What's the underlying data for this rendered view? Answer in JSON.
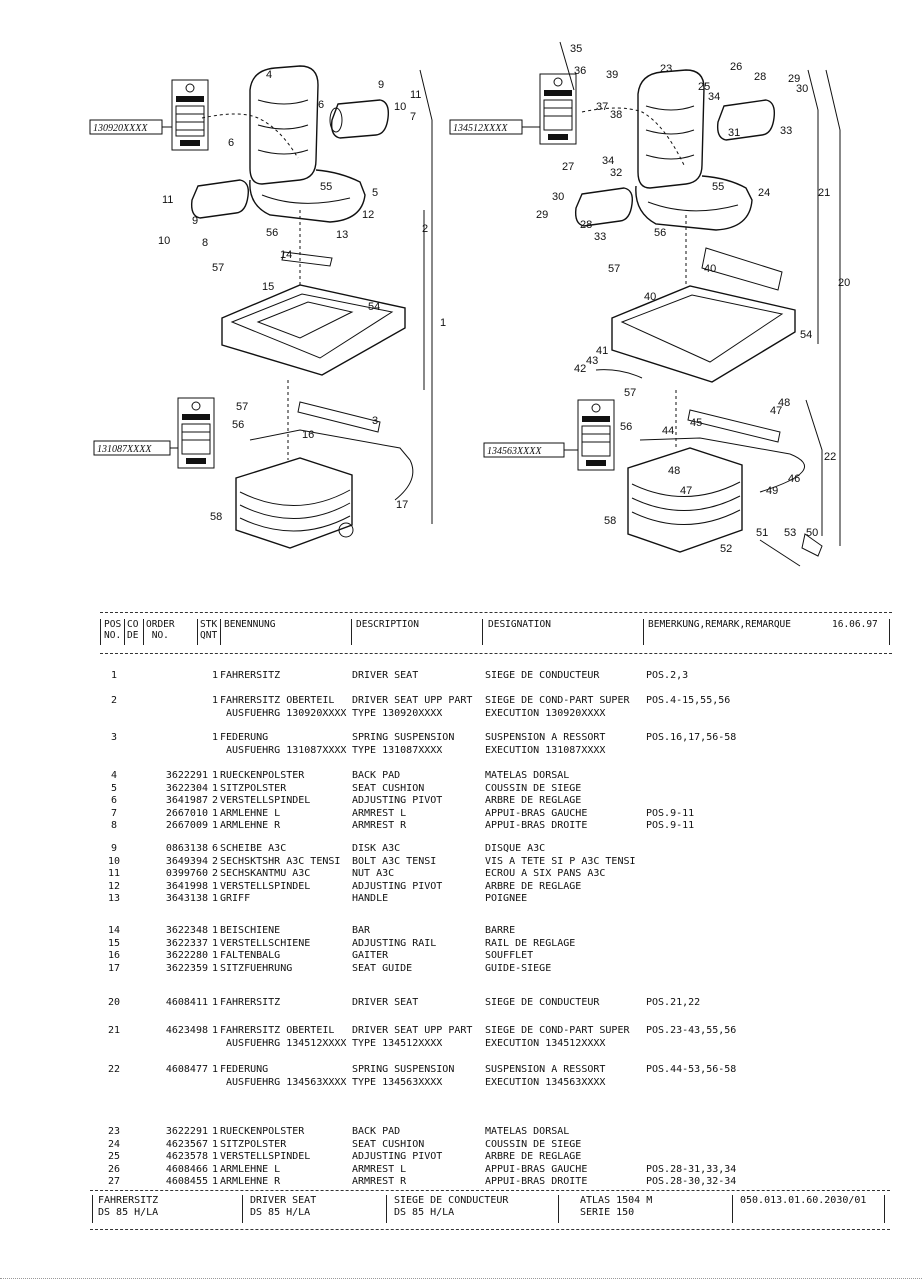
{
  "diagram": {
    "left_callouts": [
      "1",
      "2",
      "3",
      "4",
      "5",
      "6",
      "6",
      "7",
      "8",
      "9",
      "9",
      "10",
      "10",
      "11",
      "11",
      "12",
      "13",
      "14",
      "15",
      "16",
      "17",
      "54",
      "55",
      "56",
      "56",
      "57",
      "57",
      "58"
    ],
    "right_callouts": [
      "20",
      "21",
      "22",
      "23",
      "24",
      "25",
      "26",
      "27",
      "28",
      "28",
      "29",
      "29",
      "30",
      "30",
      "31",
      "32",
      "33",
      "33",
      "34",
      "34",
      "35",
      "36",
      "37",
      "38",
      "39",
      "40",
      "40",
      "41",
      "42",
      "43",
      "44",
      "45",
      "46",
      "47",
      "47",
      "48",
      "48",
      "49",
      "50",
      "51",
      "52",
      "53",
      "54",
      "55",
      "56",
      "56",
      "57",
      "57",
      "58"
    ],
    "ref_boxes": {
      "r1": "130920XXXX",
      "r2": "131087XXXX",
      "r3": "134512XXXX",
      "r4": "134563XXXX"
    }
  },
  "header": {
    "pos": "POS\nNO.",
    "co": "CO\nDE",
    "order": "ORDER\n NO.",
    "stk": "STK\nQNT",
    "benennung": "BENENNUNG",
    "description": "DESCRIPTION",
    "designation": "DESIGNATION",
    "remark": "BEMERKUNG,REMARK,REMARQUE",
    "date": "16.06.97"
  },
  "groups": [
    {
      "rows": [
        {
          "pos": "1",
          "order": "",
          "qty": "1",
          "ben": "FAHRERSITZ",
          "desc": "DRIVER SEAT",
          "desig": "SIEGE DE CONDUCTEUR",
          "rem": "POS.2,3"
        }
      ]
    },
    {
      "rows": [
        {
          "pos": "2",
          "order": "",
          "qty": "1",
          "ben": "FAHRERSITZ OBERTEIL",
          "desc": "DRIVER SEAT UPP PART",
          "desig": "SIEGE DE COND-PART SUPER",
          "rem": "POS.4-15,55,56"
        },
        {
          "pos": "",
          "order": "",
          "qty": "",
          "ben": " AUSFUEHRG 130920XXXX",
          "desc": "TYPE 130920XXXX",
          "desig": "EXECUTION 130920XXXX",
          "rem": ""
        }
      ]
    },
    {
      "rows": [
        {
          "pos": "3",
          "order": "",
          "qty": "1",
          "ben": "FEDERUNG",
          "desc": "SPRING SUSPENSION",
          "desig": "SUSPENSION A RESSORT",
          "rem": "POS.16,17,56-58"
        },
        {
          "pos": "",
          "order": "",
          "qty": "",
          "ben": " AUSFUEHRG 131087XXXX",
          "desc": "TYPE 131087XXXX",
          "desig": "EXECUTION 131087XXXX",
          "rem": ""
        }
      ]
    },
    {
      "rows": [
        {
          "pos": "4",
          "order": "3622291",
          "qty": "1",
          "ben": "RUECKENPOLSTER",
          "desc": "BACK PAD",
          "desig": "MATELAS DORSAL",
          "rem": ""
        },
        {
          "pos": "5",
          "order": "3622304",
          "qty": "1",
          "ben": "SITZPOLSTER",
          "desc": "SEAT CUSHION",
          "desig": "COUSSIN DE SIEGE",
          "rem": ""
        },
        {
          "pos": "6",
          "order": "3641987",
          "qty": "2",
          "ben": "VERSTELLSPINDEL",
          "desc": "ADJUSTING PIVOT",
          "desig": "ARBRE DE REGLAGE",
          "rem": ""
        },
        {
          "pos": "7",
          "order": "2667010",
          "qty": "1",
          "ben": "ARMLEHNE L",
          "desc": "ARMREST L",
          "desig": "APPUI-BRAS GAUCHE",
          "rem": "POS.9-11"
        },
        {
          "pos": "8",
          "order": "2667009",
          "qty": "1",
          "ben": "ARMLEHNE R",
          "desc": "ARMREST R",
          "desig": "APPUI-BRAS DROITE",
          "rem": "POS.9-11"
        }
      ]
    },
    {
      "rows": [
        {
          "pos": "9",
          "order": "0863138",
          "qty": "6",
          "ben": "SCHEIBE A3C",
          "desc": "DISK A3C",
          "desig": "DISQUE A3C",
          "rem": ""
        },
        {
          "pos": "10",
          "order": "3649394",
          "qty": "2",
          "ben": "SECHSKTSHR A3C TENSI",
          "desc": "BOLT A3C TENSI",
          "desig": "VIS A TETE SI P A3C TENSI",
          "rem": ""
        },
        {
          "pos": "11",
          "order": "0399760",
          "qty": "2",
          "ben": "SECHSKANTMU A3C",
          "desc": "NUT A3C",
          "desig": "ECROU A SIX PANS A3C",
          "rem": ""
        },
        {
          "pos": "12",
          "order": "3641998",
          "qty": "1",
          "ben": "VERSTELLSPINDEL",
          "desc": "ADJUSTING PIVOT",
          "desig": "ARBRE DE REGLAGE",
          "rem": ""
        },
        {
          "pos": "13",
          "order": "3643138",
          "qty": "1",
          "ben": "GRIFF",
          "desc": "HANDLE",
          "desig": "POIGNEE",
          "rem": ""
        }
      ]
    },
    {
      "rows": [
        {
          "pos": "14",
          "order": "3622348",
          "qty": "1",
          "ben": "BEISCHIENE",
          "desc": "BAR",
          "desig": "BARRE",
          "rem": ""
        },
        {
          "pos": "15",
          "order": "3622337",
          "qty": "1",
          "ben": "VERSTELLSCHIENE",
          "desc": "ADJUSTING RAIL",
          "desig": "RAIL DE REGLAGE",
          "rem": ""
        },
        {
          "pos": "16",
          "order": "3622280",
          "qty": "1",
          "ben": "FALTENBALG",
          "desc": "GAITER",
          "desig": "SOUFFLET",
          "rem": ""
        },
        {
          "pos": "17",
          "order": "3622359",
          "qty": "1",
          "ben": "SITZFUEHRUNG",
          "desc": "SEAT GUIDE",
          "desig": "GUIDE-SIEGE",
          "rem": ""
        }
      ]
    },
    {
      "rows": [
        {
          "pos": "20",
          "order": "4608411",
          "qty": "1",
          "ben": "FAHRERSITZ",
          "desc": "DRIVER SEAT",
          "desig": "SIEGE DE CONDUCTEUR",
          "rem": "POS.21,22"
        }
      ]
    },
    {
      "rows": [
        {
          "pos": "21",
          "order": "4623498",
          "qty": "1",
          "ben": "FAHRERSITZ OBERTEIL",
          "desc": "DRIVER SEAT UPP PART",
          "desig": "SIEGE DE COND-PART SUPER",
          "rem": "POS.23-43,55,56"
        },
        {
          "pos": "",
          "order": "",
          "qty": "",
          "ben": " AUSFUEHRG 134512XXXX",
          "desc": "TYPE 134512XXXX",
          "desig": "EXECUTION 134512XXXX",
          "rem": ""
        }
      ]
    },
    {
      "rows": [
        {
          "pos": "22",
          "order": "4608477",
          "qty": "1",
          "ben": "FEDERUNG",
          "desc": "SPRING SUSPENSION",
          "desig": "SUSPENSION A RESSORT",
          "rem": "POS.44-53,56-58"
        },
        {
          "pos": "",
          "order": "",
          "qty": "",
          "ben": " AUSFUEHRG 134563XXXX",
          "desc": "TYPE 134563XXXX",
          "desig": "EXECUTION 134563XXXX",
          "rem": ""
        }
      ]
    },
    {
      "rows": [
        {
          "pos": "23",
          "order": "3622291",
          "qty": "1",
          "ben": "RUECKENPOLSTER",
          "desc": "BACK PAD",
          "desig": "MATELAS DORSAL",
          "rem": ""
        },
        {
          "pos": "24",
          "order": "4623567",
          "qty": "1",
          "ben": "SITZPOLSTER",
          "desc": "SEAT CUSHION",
          "desig": "COUSSIN DE SIEGE",
          "rem": ""
        },
        {
          "pos": "25",
          "order": "4623578",
          "qty": "1",
          "ben": "VERSTELLSPINDEL",
          "desc": "ADJUSTING PIVOT",
          "desig": "ARBRE DE REGLAGE",
          "rem": ""
        },
        {
          "pos": "26",
          "order": "4608466",
          "qty": "1",
          "ben": "ARMLEHNE L",
          "desc": "ARMREST L",
          "desig": "APPUI-BRAS GAUCHE",
          "rem": "POS.28-31,33,34"
        },
        {
          "pos": "27",
          "order": "4608455",
          "qty": "1",
          "ben": "ARMLEHNE R",
          "desc": "ARMREST R",
          "desig": "APPUI-BRAS DROITE",
          "rem": "POS.28-30,32-34"
        }
      ]
    }
  ],
  "footer": {
    "f1a": "FAHRERSITZ",
    "f1b": "DS 85 H/LA",
    "f2a": "DRIVER SEAT",
    "f2b": "DS 85 H/LA",
    "f3a": "SIEGE DE CONDUCTEUR",
    "f3b": "DS 85 H/LA",
    "f4a": "ATLAS 1504 M",
    "f4b": "SERIE 150",
    "f5": "050.013.01.60.2030/01"
  }
}
